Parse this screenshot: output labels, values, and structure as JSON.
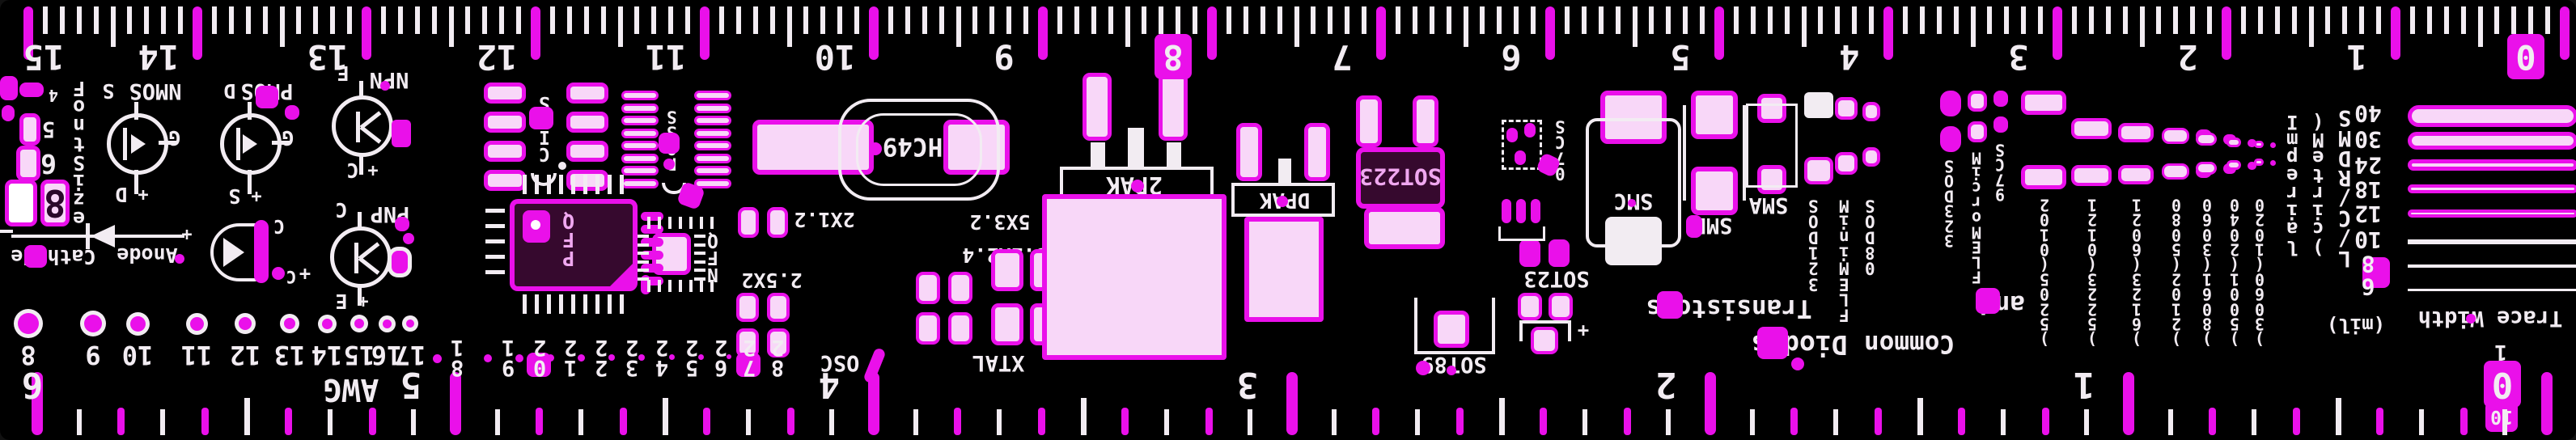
{
  "colors": {
    "bg": "#000000",
    "copper": "#ea10ea",
    "pad_fill": "#f8d7f8",
    "silk": "#f2ecf2",
    "body_dark": "#36092e",
    "pink_text": "#f0a8f0"
  },
  "top_scale": {
    "unit": "cm",
    "numbers": [
      "0",
      "1",
      "2",
      "3",
      "4",
      "5",
      "6",
      "7",
      "8",
      "9",
      "10",
      "11",
      "12",
      "13",
      "14",
      "15"
    ],
    "pad_numbers": [
      "0",
      "8"
    ]
  },
  "bottom_scale": {
    "unit": "inch",
    "numbers": [
      "0",
      "1",
      "2",
      "3",
      "4",
      "5",
      "6"
    ],
    "pad_numbers": [
      "0"
    ]
  },
  "font_size": {
    "title": "Font Size",
    "samples": [
      "4",
      "5",
      "6",
      "8"
    ]
  },
  "mosfets": {
    "nmos": {
      "name": "NMOS",
      "pin_top": "S",
      "pin_side": "G",
      "pin_bottom": "D"
    },
    "pmos": {
      "name": "PMOS",
      "pin_top": "D",
      "pin_side": "G",
      "pin_bottom": "S"
    }
  },
  "bjts": {
    "npn": {
      "name": "NPN",
      "pin_top": "E",
      "pin_side": "B",
      "pin_bottom": "C"
    },
    "pnp": {
      "name": "PNP",
      "pin_top": "C",
      "pin_side": "B",
      "pin_bottom": "E"
    }
  },
  "diode": {
    "cathode": "Cathode",
    "anode": "Anode",
    "plus": "+"
  },
  "led": {
    "top": "C",
    "bottom": "C",
    "plus": "+"
  },
  "awg": {
    "label": "AWG",
    "numbers": [
      "8",
      "9",
      "10",
      "11",
      "12",
      "13",
      "14",
      "15",
      "16",
      "17",
      "18",
      "19",
      "20",
      "21",
      "22",
      "23",
      "24",
      "25",
      "26",
      "27",
      "28"
    ]
  },
  "ics": {
    "soic": "SOIC",
    "ssop": "SSOP",
    "qfp": "QFP",
    "qfn": "QFN"
  },
  "xtal": {
    "hc49": "HC49",
    "label_osc": "OSC",
    "label_xtal": "XTAL"
  },
  "pad_sizes": {
    "s2x12": "2X1.2",
    "s32x24": "3.2X2.4",
    "s25x2": "2.5X2",
    "s5x32": "5X3.2"
  },
  "power": {
    "pak2": "2PAK",
    "dpak": "DPAK",
    "sot223": "SOT223",
    "sot89": "SOT89",
    "sot23": "SOT23",
    "sc70": "SC70"
  },
  "smx": {
    "smc": "SMC",
    "smb": "SMB",
    "sma": "SMA"
  },
  "melf_left": [
    "SOD123",
    "MiniMELF",
    "SOD80"
  ],
  "melf_right": [
    "SOD323",
    "MicroMELF",
    "SC79"
  ],
  "caption": {
    "w1": "Common",
    "w2": "Diodes",
    "w3": "and",
    "w4": "Transistors"
  },
  "rcl": {
    "title": "SMD R/C/L",
    "subtitle1": "Imperial",
    "subtitle2": "(Metric)",
    "sizes": [
      "2010(5025)",
      "1210(3225)",
      "1206(3216)",
      "0805(2012)",
      "0603(1608)",
      "0402(1005)",
      "0201(0603)"
    ]
  },
  "trace": {
    "title": "Trace Width",
    "unit": "(mil)",
    "values": [
      "40",
      "30",
      "24",
      "18",
      "12",
      "10",
      "8",
      "6"
    ],
    "fraction_parts": [
      "1",
      "/",
      "10"
    ]
  }
}
